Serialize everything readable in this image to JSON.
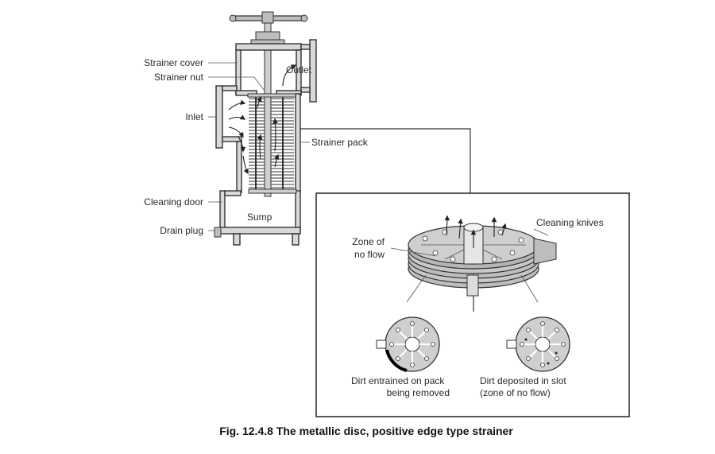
{
  "labels": {
    "strainer_cover": "Strainer cover",
    "strainer_nut": "Strainer nut",
    "inlet": "Inlet",
    "outlet": "Outlet",
    "strainer_pack": "Strainer pack",
    "cleaning_door": "Cleaning door",
    "drain_plug": "Drain plug",
    "sump": "Sump",
    "cleaning_knives": "Cleaning knives",
    "zone_of_no_flow_1": "Zone of",
    "zone_of_no_flow_2": "no flow",
    "dirt_entrained_1": "Dirt entrained on pack",
    "dirt_entrained_2": "being removed",
    "dirt_deposited_1": "Dirt deposited in slot",
    "dirt_deposited_2": "(zone of no flow)"
  },
  "caption": "Fig. 12.4.8  The metallic disc, positive edge type strainer"
}
